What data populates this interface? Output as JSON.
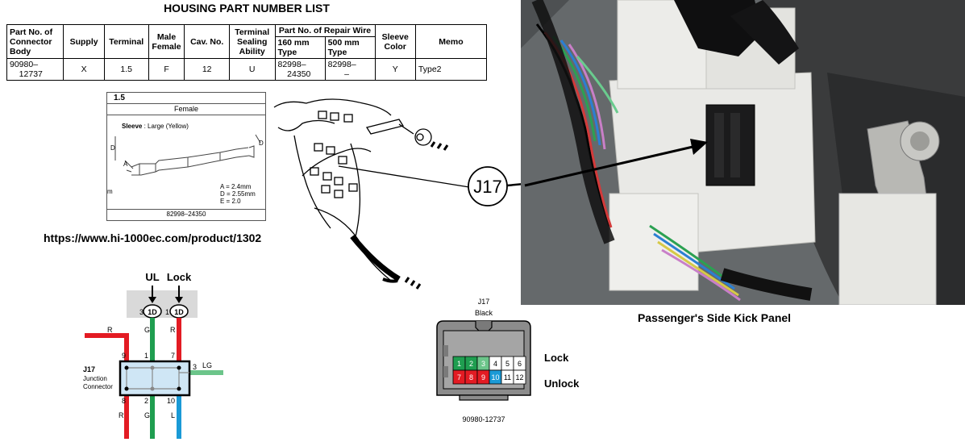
{
  "table": {
    "title": "HOUSING PART NUMBER LIST",
    "headers": {
      "part_no_body": "Part No. of Connector Body",
      "supply": "Supply",
      "terminal": "Terminal",
      "male_female": "Male Female",
      "cav_no": "Cav. No.",
      "sealing": "Terminal Sealing Ability",
      "repair_wire": "Part No. of Repair Wire",
      "wire_160": "160 mm Type",
      "wire_500": "500 mm Type",
      "sleeve_color": "Sleeve Color",
      "memo": "Memo"
    },
    "row": {
      "part_no_l1": "90980–",
      "part_no_l2": "12737",
      "supply": "X",
      "terminal": "1.5",
      "male_female": "F",
      "cav_no": "12",
      "sealing": "U",
      "wire_160_l1": "82998–",
      "wire_160_l2": "24350",
      "wire_500_l1": "82998–",
      "wire_500_l2": "–",
      "sleeve_color": "Y",
      "memo": "Type2"
    }
  },
  "terminal_drawing": {
    "size": "1.5",
    "gender": "Female",
    "sleeve_label": "Sleeve",
    "sleeve_value": ": Large (Yellow)",
    "dim_a": "A = 2.4mm",
    "dim_d": "D = 2.55mm",
    "dim_e": "E = 2.0",
    "letter_a": "A",
    "letter_d": "D",
    "letter_d2": "D",
    "letter_m": "m",
    "part_no": "82998–24350"
  },
  "url": "https://www.hi-1000ec.com/product/1302",
  "callout_label": "J17",
  "photo_caption": "Passenger's Side Kick Panel",
  "schematic": {
    "ul_label": "UL",
    "lock_label": "Lock",
    "pin_left": "3",
    "pin_right": "1",
    "badge_left": "1D",
    "badge_right": "1D",
    "wire_r_top": "R",
    "wire_g": "G",
    "wire_r": "R",
    "pin_9": "9",
    "pin_1": "1",
    "pin_7": "7",
    "pin_3": "3",
    "wire_lg": "LG",
    "conn_name": "J17",
    "conn_desc1": "Junction",
    "conn_desc2": "Connector",
    "pin_8": "8",
    "pin_2": "2",
    "pin_10": "10",
    "wire_r_b": "R",
    "wire_g_b": "G",
    "wire_l_b": "L"
  },
  "connector_face": {
    "name": "J17",
    "color_name": "Black",
    "part_no": "90980-12737",
    "lock_label": "Lock",
    "unlock_label": "Unlock",
    "cells_top": [
      "1",
      "2",
      "3",
      "4",
      "5",
      "6"
    ],
    "cells_bottom": [
      "7",
      "8",
      "9",
      "10",
      "11",
      "12"
    ],
    "colors": {
      "green": "#1f9e50",
      "light_green": "#6cc58a",
      "red": "#e31b23",
      "blue": "#1a9ad6",
      "white": "#ffffff",
      "gray": "#8c8c8c"
    }
  }
}
